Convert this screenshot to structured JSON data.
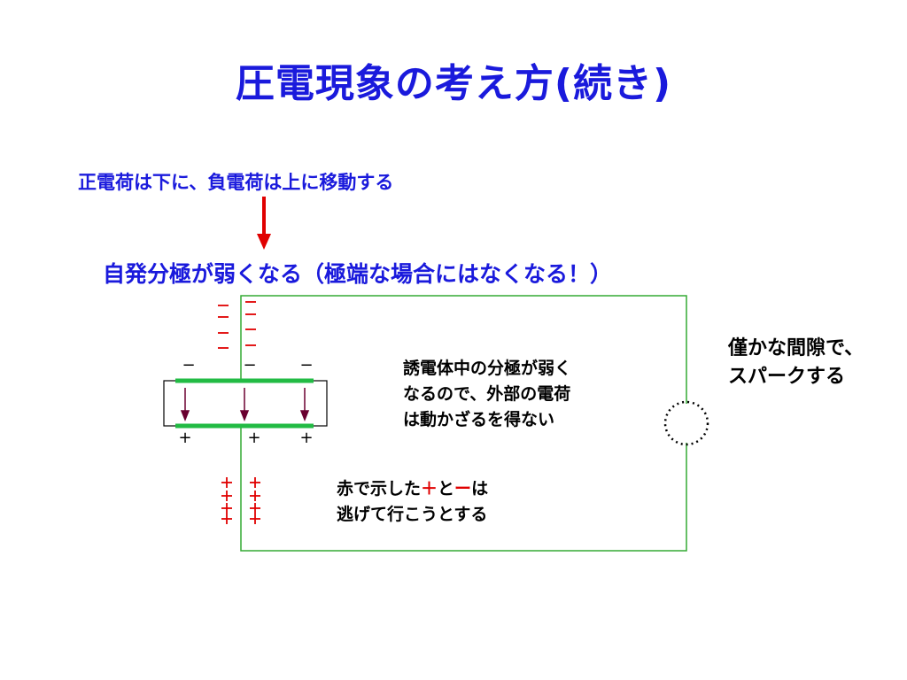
{
  "title": "圧電現象の考え方(続き)",
  "note_top": "正電荷は下に、負電荷は上に移動する",
  "result": "自発分極が弱くなる（極端な場合にはなくなる！）",
  "explanation": {
    "line1": "誘電体中の分極が弱く",
    "line2": "なるので、外部の電荷",
    "line3": "は動かざるを得ない"
  },
  "spark_note": {
    "line1": "僅かな間隙で、",
    "line2": "スパークする"
  },
  "escape_note": {
    "pre": "赤で示した",
    "plus": "＋",
    "mid": "と",
    "minus": "ー",
    "post": "は",
    "line2": "逃げて行こうとする"
  },
  "symbols": {
    "minus": "−",
    "plus": "+"
  },
  "colors": {
    "title_blue": "#1a1adc",
    "red": "#e00000",
    "green": "#33aa33",
    "electrode_green": "#22bb44",
    "arrow_dark": "#6a0030"
  }
}
